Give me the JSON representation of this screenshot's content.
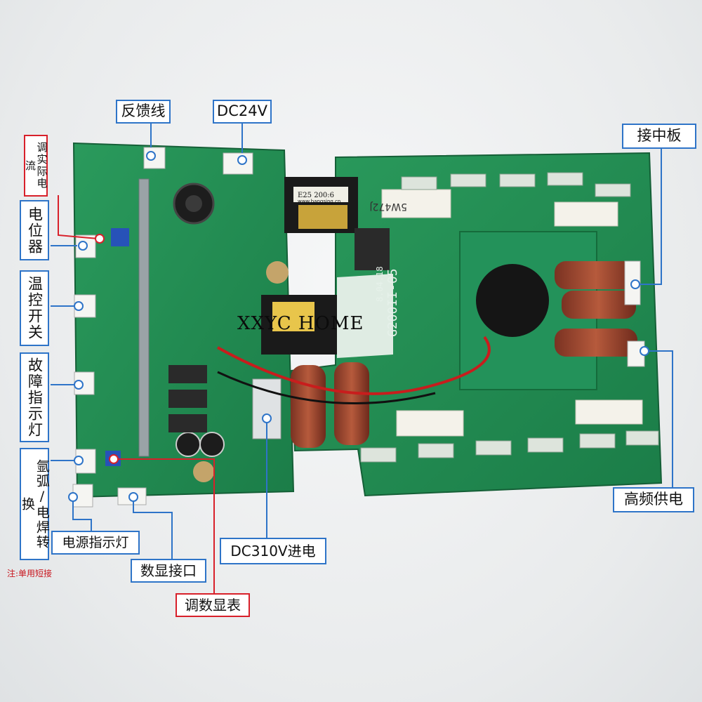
{
  "labels": {
    "feedback_wire": "反馈线",
    "dc24v": "DC24V",
    "adjust_current": "调实际电流",
    "potentiometer": "电位器",
    "temp_switch": "温控开关",
    "fault_light": "故障指示灯",
    "arc_switch": "氩弧/电焊转换",
    "power_light": "电源指示灯",
    "display_port": "数显接口",
    "adjust_display": "调数显表",
    "dc310v_input": "DC310V进电",
    "middle_board": "接中板",
    "hf_supply": "高频供电"
  },
  "note": "注:单用短接",
  "watermark": "XXYC HOME",
  "board_text": {
    "model": "G200II-05",
    "date": "8.04.18",
    "transformer_brand": "E25 200:6",
    "transformer_url": "www.bangsing.cn",
    "resistor_mark": "5W472J"
  },
  "colors": {
    "pcb": "#1f8a52",
    "label_border_blue": "#2e74c8",
    "label_border_red": "#d8202a"
  }
}
